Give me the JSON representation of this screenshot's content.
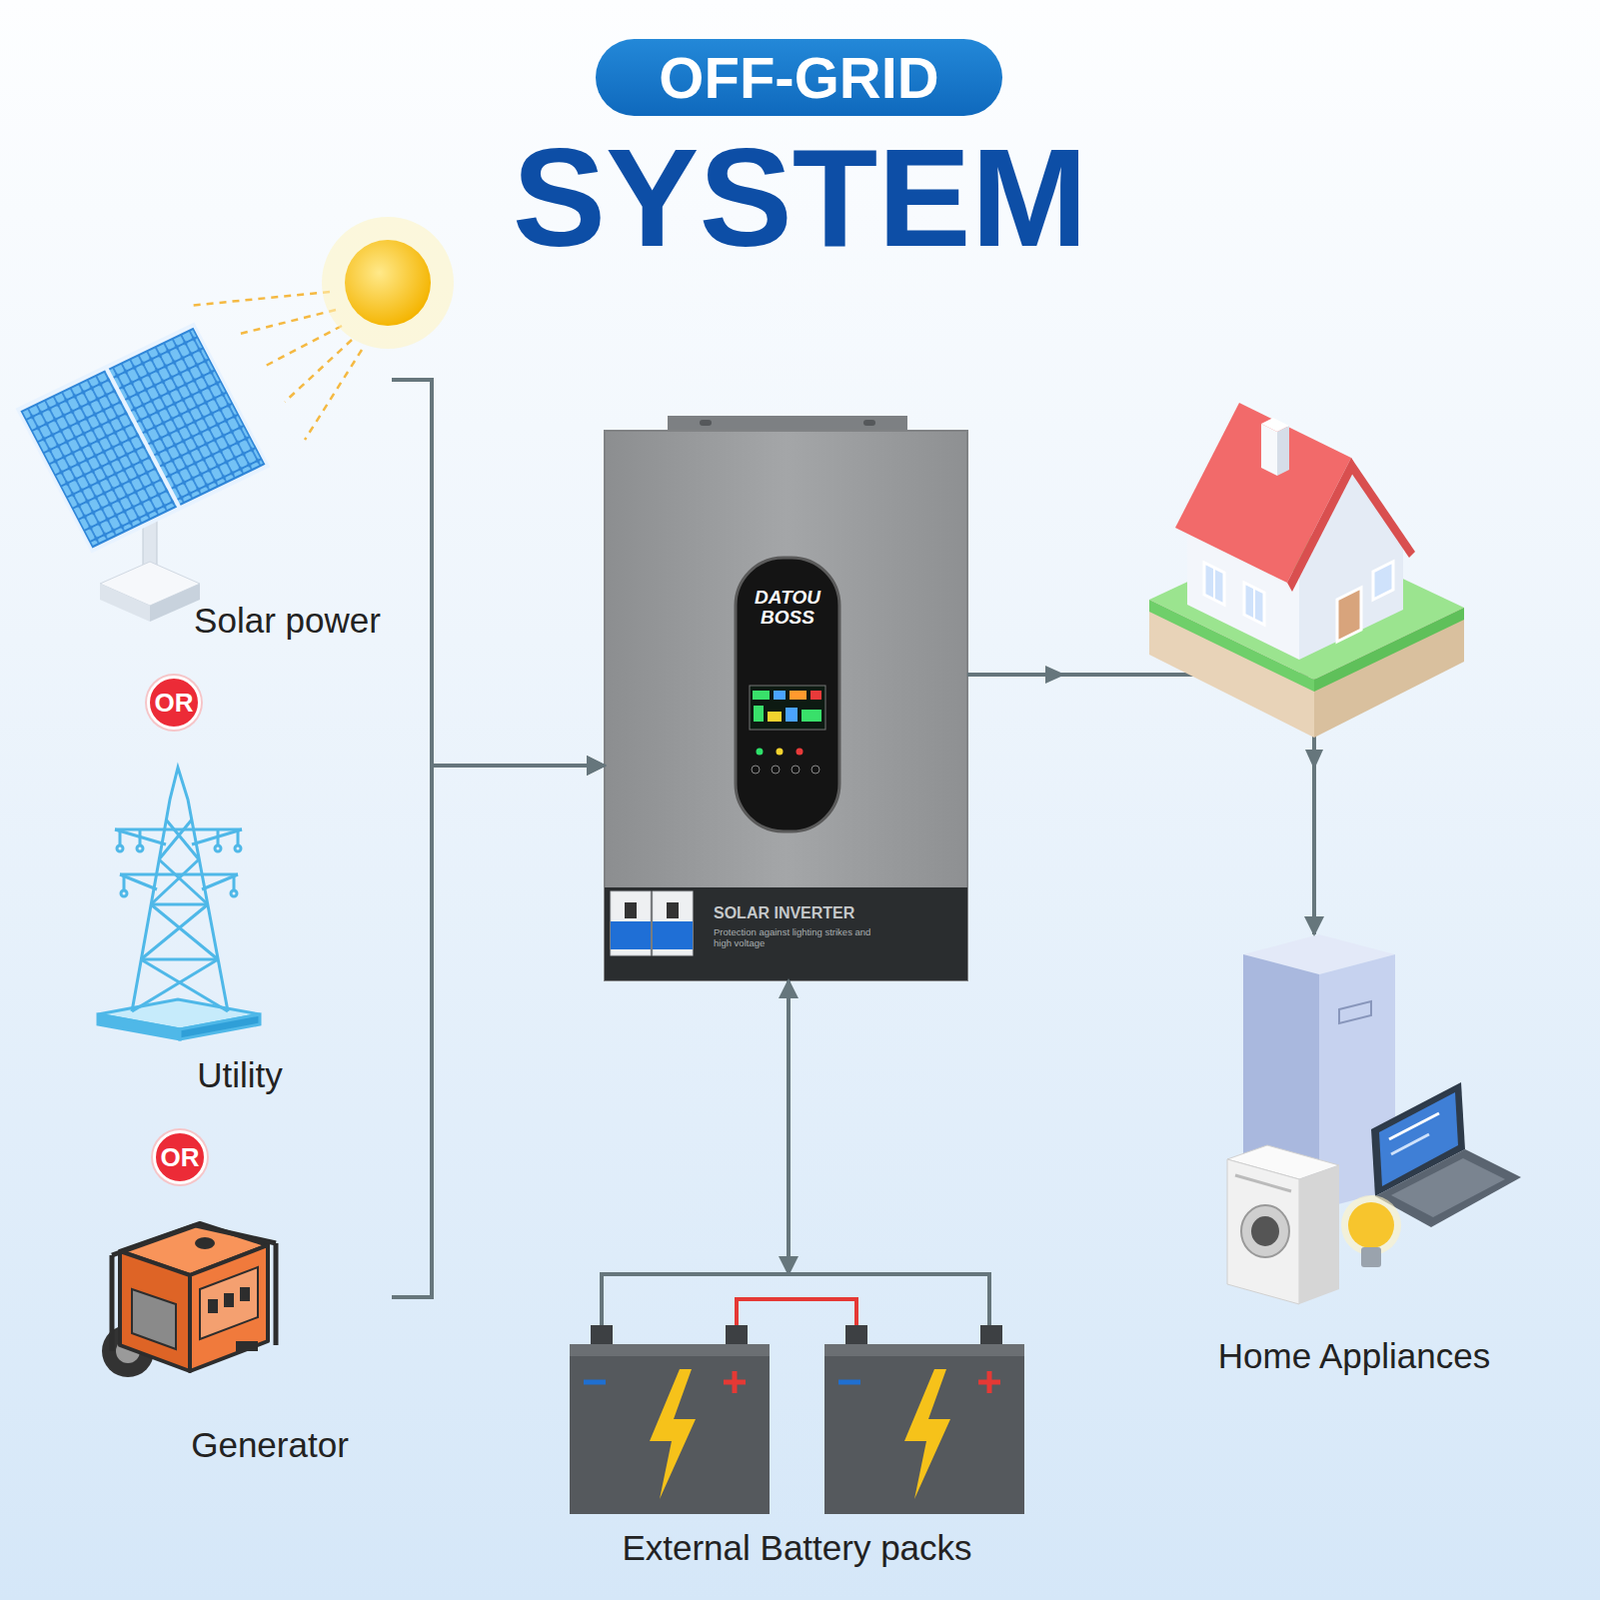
{
  "diagram": {
    "title": "SYSTEM",
    "nodes": [
      {
        "text": [
          "OFF-GRID"
        ]
      },
      {
        "text": [
          "Solar power"
        ]
      },
      {
        "text": [
          "OR"
        ]
      },
      {
        "text": [
          "Utility"
        ]
      },
      {
        "text": [
          "OR"
        ]
      },
      {
        "text": [
          "Generator"
        ]
      },
      {
        "text": [
          "DATOU BOSS",
          "SOLAR INVERTER",
          "Protection against lighting strikes and high voltage"
        ]
      },
      {
        "text": [
          "Home Appliances"
        ]
      },
      {
        "text": [
          "External Battery packs"
        ]
      }
    ],
    "edges": [
      {
        "from": 1,
        "to": 6,
        "arrow": "to"
      },
      {
        "from": 3,
        "to": 6,
        "arrow": "to"
      },
      {
        "from": 5,
        "to": 6,
        "arrow": "to"
      },
      {
        "from": 6,
        "to": 7,
        "arrow": "to"
      },
      {
        "from": 6,
        "to": 8,
        "arrow": "both"
      }
    ]
  }
}
